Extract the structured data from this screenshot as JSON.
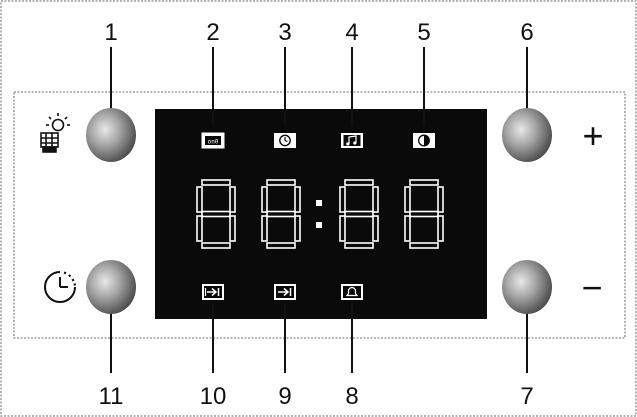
{
  "callouts": {
    "c1": "1",
    "c2": "2",
    "c3": "3",
    "c4": "4",
    "c5": "5",
    "c6": "6",
    "c7": "7",
    "c8": "8",
    "c9": "9",
    "c10": "10",
    "c11": "11"
  },
  "display": {
    "digits": [
      "8",
      "8",
      "8",
      "8"
    ],
    "colon": ":",
    "segment_color": "#ffffff",
    "screen_color": "#0a0a0a"
  },
  "side_labels": {
    "plus": "+",
    "minus": "−"
  },
  "icons": {
    "top_left_button": "light-bulb-icon",
    "bottom_left_button": "clock-timer-icon",
    "indicator_2": "child-lock-icon",
    "indicator_3": "clock-icon",
    "indicator_4": "music-note-icon",
    "indicator_5": "contrast-icon",
    "indicator_10": "start-time-icon",
    "indicator_9": "end-time-icon",
    "indicator_8": "bell-icon"
  }
}
